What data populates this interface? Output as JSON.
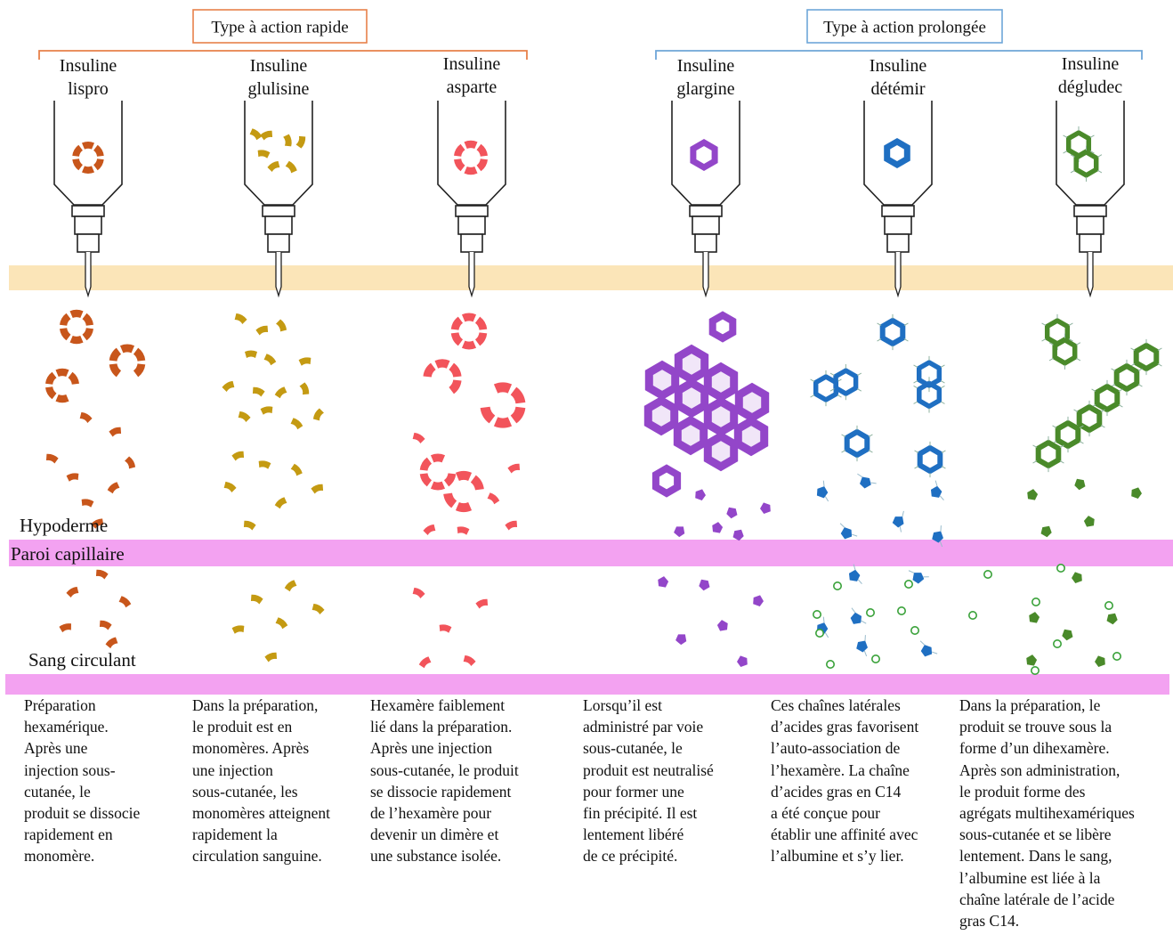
{
  "groups": {
    "rapid": "Type à action rapide",
    "long": "Type à action prolongée"
  },
  "insulins": [
    {
      "name": "Insuline\nlispro",
      "color": "#c8561b",
      "key": "lispro",
      "description": "Préparation\nhexamérique.\nAprès une\ninjection sous-\ncutanée, le\nproduit se dissocie\nrapidement en\nmonomère."
    },
    {
      "name": "Insuline\nglulisine",
      "color": "#c49a12",
      "key": "glulisine",
      "description": "Dans la préparation,\nle produit est en\nmonomères. Après\nune injection\nsous-cutanée, les\nmonomères atteignent\nrapidement la\ncirculation sanguine."
    },
    {
      "name": "Insuline\nasparte",
      "color": "#f2545b",
      "key": "asparte",
      "description": "Hexamère faiblement\nlié dans la préparation.\nAprès une injection\nsous-cutanée, le produit\nse dissocie rapidement\nde l’hexamère pour\ndevenir un dimère et\nune substance isolée."
    },
    {
      "name": "Insuline\nglargine",
      "color": "#9346c9",
      "key": "glargine",
      "description": "Lorsqu’il est\nadministré par voie\nsous-cutanée, le\nproduit est neutralisé\npour former une\nfin précipité. Il est\nlentement libéré\nde ce précipité."
    },
    {
      "name": "Insuline\ndétémir",
      "color": "#1f6fc2",
      "key": "detemir",
      "description": "Ces chaînes latérales\nd’acides gras favorisent\nl’auto-association de\nl’hexamère. La chaîne\nd’acides gras en C14\na été conçue pour\nétablir une affinité avec\nl’albumine et s’y lier."
    },
    {
      "name": "Insuline\ndégludec",
      "color": "#4a8a2a",
      "key": "degludec",
      "description": "Dans la préparation, le\nproduit se trouve sous la\nforme d’un dihexamère.\nAprès son administration,\nle produit forme des\nagrégats multihexamériques\nsous-cutanée et se libère\nlentement. Dans le sang,\nl’albumine est liée à la\nchaîne latérale de l’acide\ngras C14."
    }
  ],
  "layers": {
    "hypoderm": "Hypoderme",
    "capillary": "Paroi capillaire",
    "blood": "Sang circulant"
  },
  "colors": {
    "skin_band": "#fbe5b8",
    "capillary_band": "#f3a2f1",
    "rapid_bracket": "#e8814a",
    "long_bracket": "#6ea6d8"
  }
}
